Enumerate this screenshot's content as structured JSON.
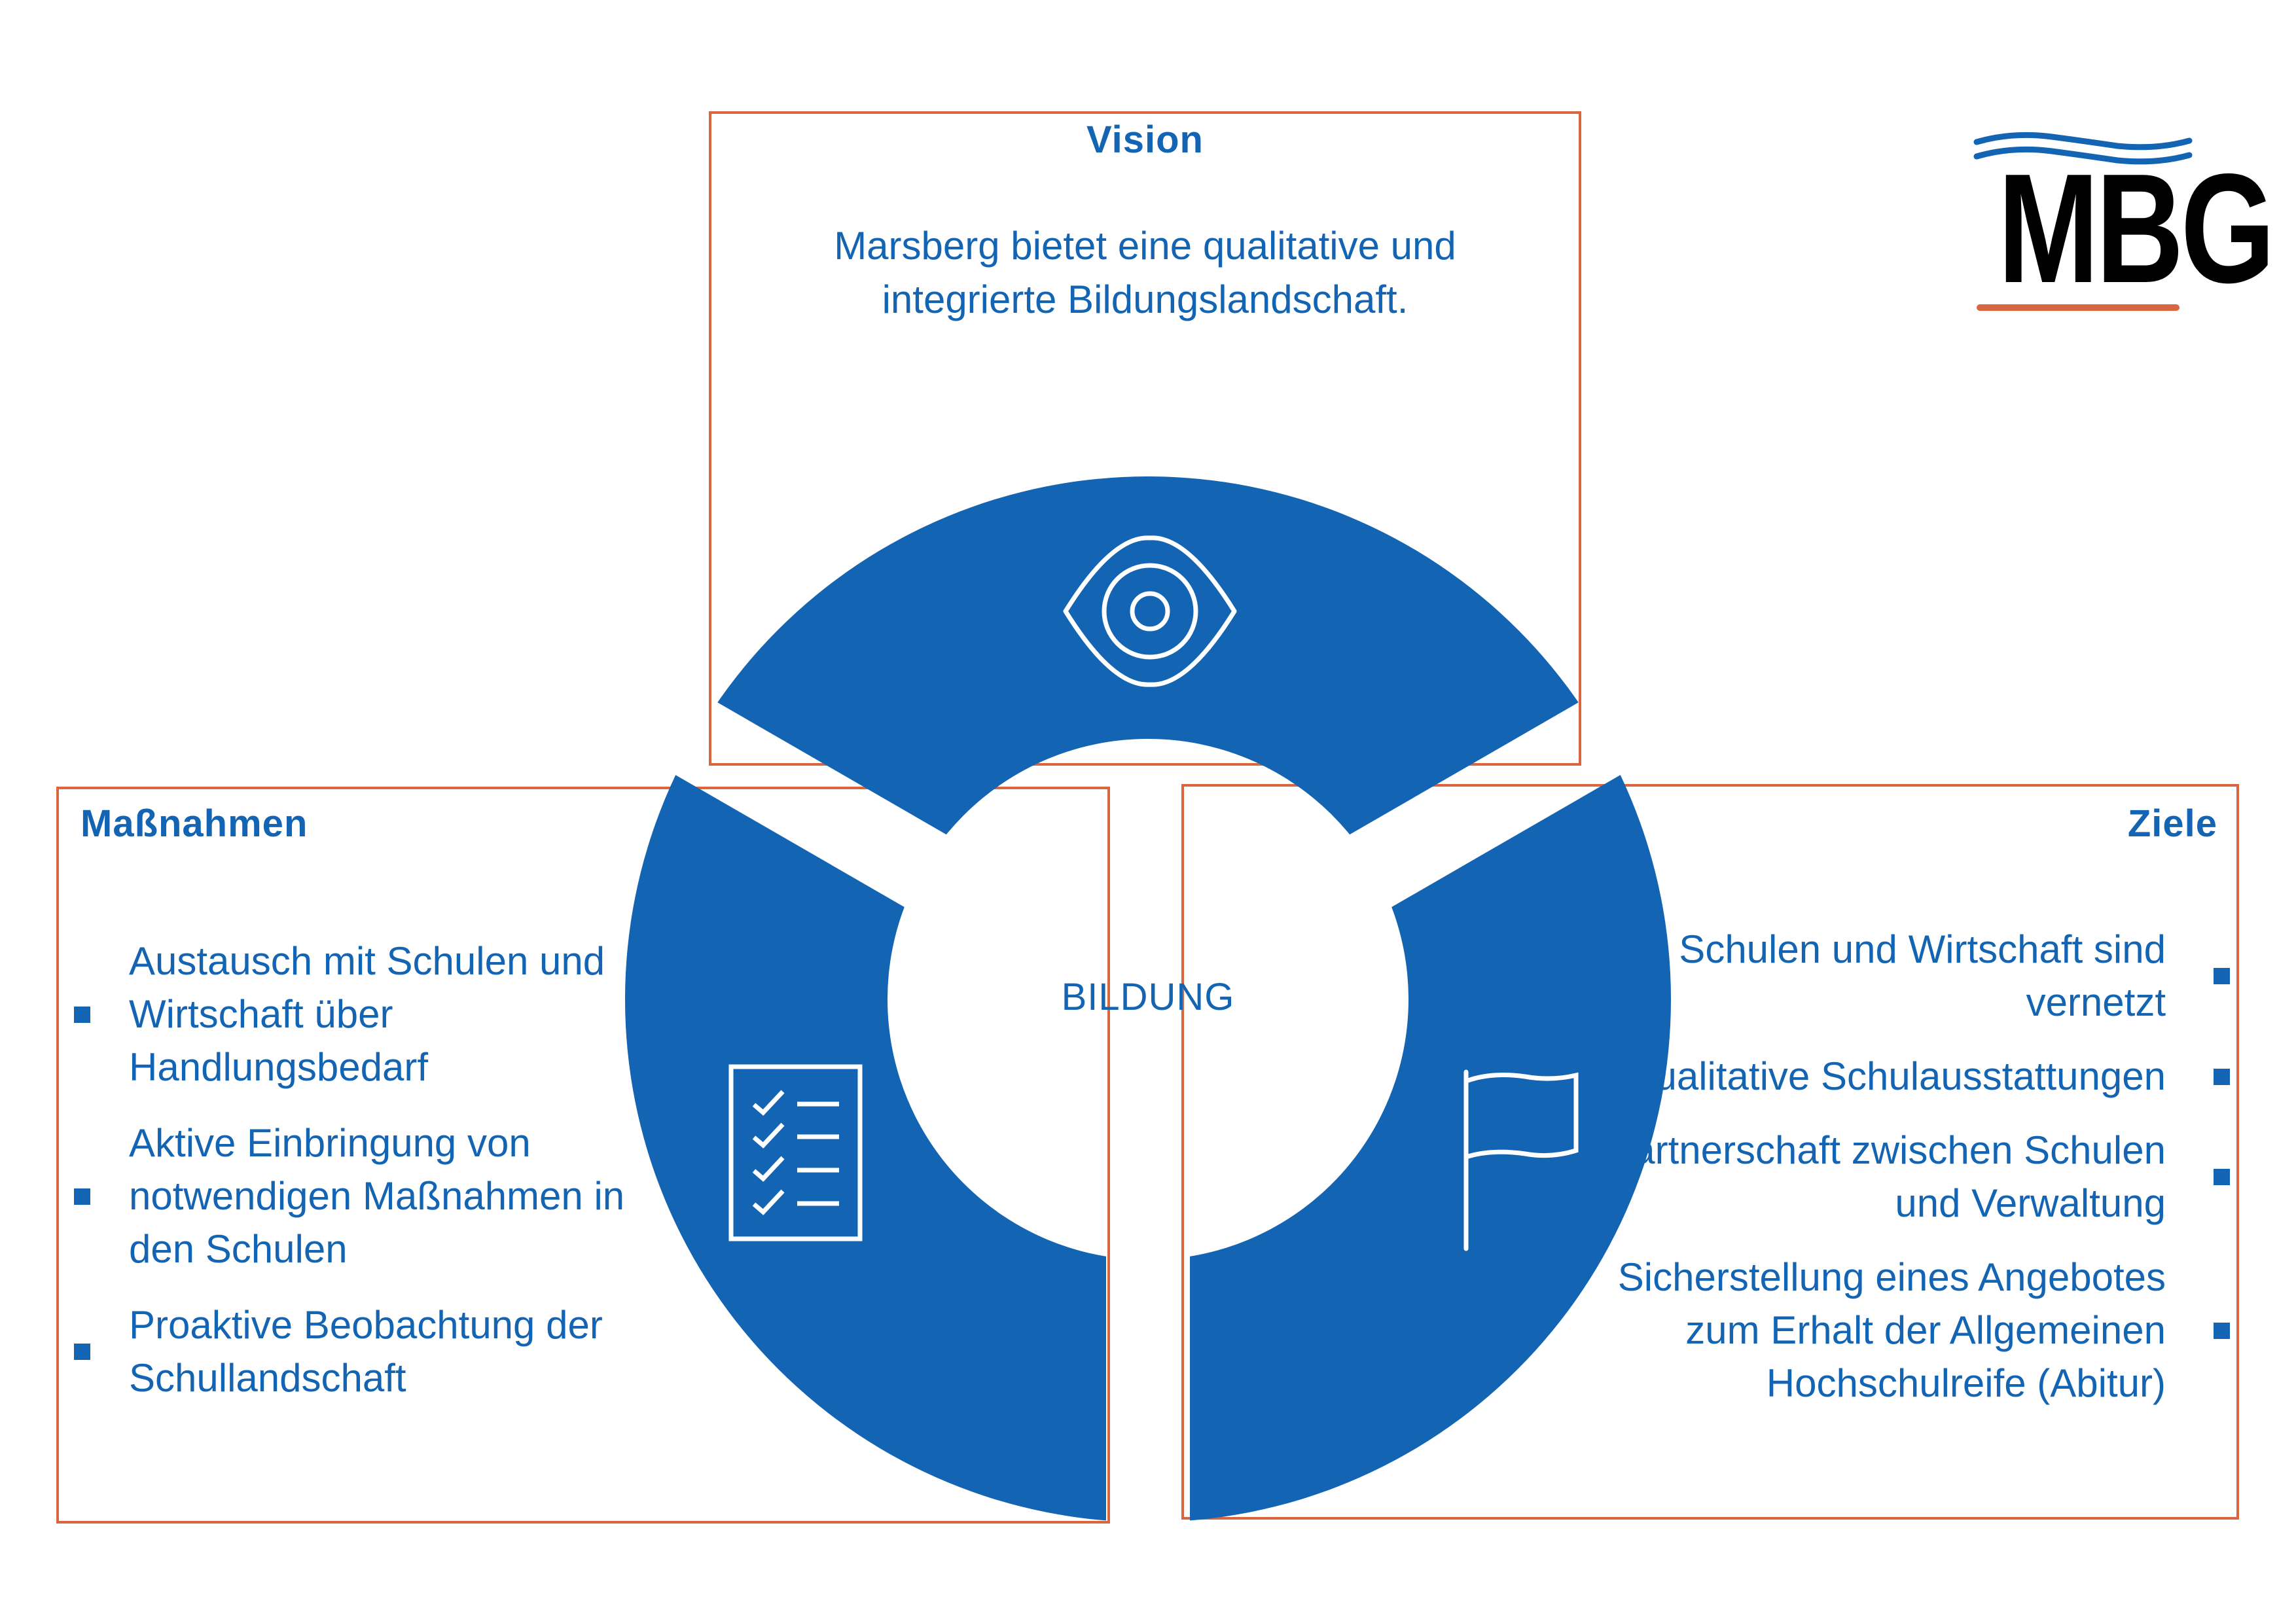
{
  "colors": {
    "primary_blue": "#1464B4",
    "accent_orange": "#D9663F",
    "background": "#FFFFFF",
    "logo_black": "#000000"
  },
  "center": {
    "label": "BILDUNG"
  },
  "vision": {
    "heading": "Vision",
    "text_lines": [
      "Marsberg bietet eine qualitative und",
      "integrierte Bildungslandschaft."
    ],
    "icon": "eye-icon"
  },
  "massnahmen": {
    "heading": "Maßnahmen",
    "icon": "checklist-icon",
    "items": [
      "Austausch mit Schulen und Wirtschaft über Handlungsbedarf",
      "Aktive Einbringung von notwendigen Maßnahmen in den Schulen",
      "Proaktive Beobachtung der Schullandschaft"
    ]
  },
  "ziele": {
    "heading": "Ziele",
    "icon": "flag-icon",
    "items": [
      "Schulen und Wirtschaft sind vernetzt",
      "Qualitative Schulausstattungen",
      "Partnerschaft zwischen Schulen und Verwaltung",
      "Sicherstellung eines Angebotes zum Erhalt der Allgemeinen Hochschulreife (Abitur)"
    ]
  },
  "logo": {
    "text": "MBG",
    "icon": "waves-icon"
  }
}
